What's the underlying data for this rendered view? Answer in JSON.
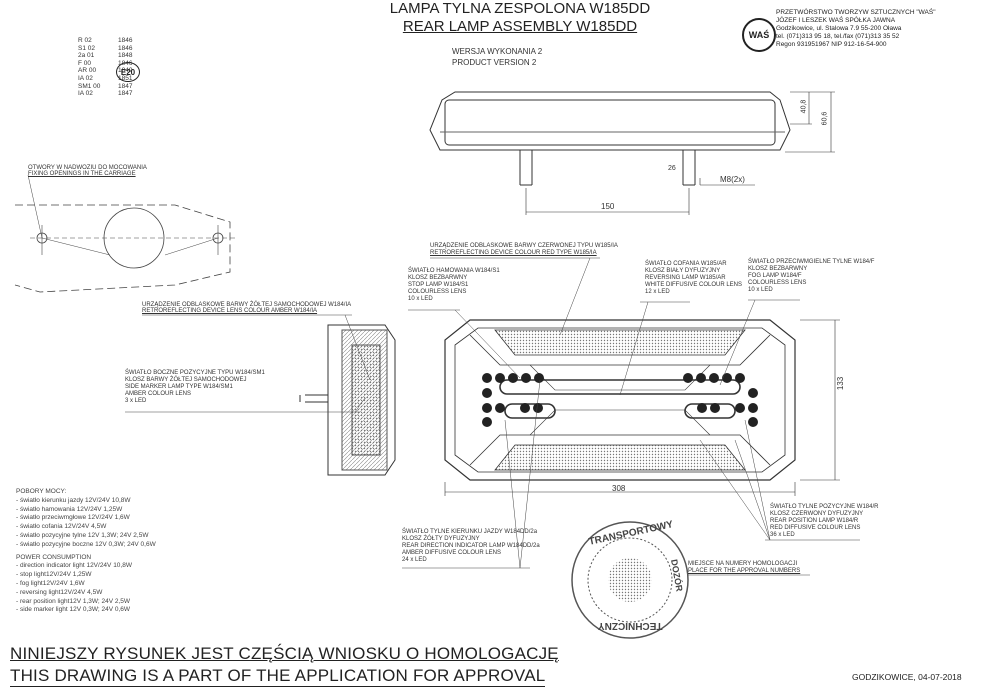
{
  "titles": {
    "pl": "LAMPA TYLNA ZESPOLONA W185DD",
    "en": "REAR LAMP ASSEMBLY W185DD",
    "version_pl": "WERSJA WYKONANIA 2",
    "version_en": "PRODUCT VERSION 2"
  },
  "codes": [
    {
      "code": "R 02",
      "num": "1846"
    },
    {
      "code": "S1 02",
      "num": "1846"
    },
    {
      "code": "2a 01",
      "num": "1848"
    },
    {
      "code": "F 00",
      "num": "1846"
    },
    {
      "code": "AR 00",
      "num": "1849"
    },
    {
      "code": "IA 02",
      "num": "1851"
    },
    {
      "code": "SM1 00",
      "num": "1847"
    },
    {
      "code": "IA 02",
      "num": "1847"
    }
  ],
  "approval_mark": "E20",
  "company": {
    "logo": "WAŚ",
    "lines": [
      "PRZETWÓRSTWO TWORZYW SZTUCZNYCH \"WAŚ\"",
      "JÓZEF I LESZEK WAŚ  SPÓŁKA JAWNA",
      "Godzikowice, ul. Stalowa 7.9   55-200 Oława",
      "tel. (071)313 95 18, tel./fax (071)313 35 52",
      "Regon 931951967 NIP 912-16-54-900"
    ]
  },
  "dimensions": {
    "d150": "150",
    "d26": "26",
    "m8": "M8(2x)",
    "d40_8": "40,8",
    "d60_6": "60,6",
    "d133": "133",
    "d308": "308"
  },
  "labels": {
    "mount_pl": "OTWORY W NADWOZIU DO MOCOWANIA",
    "mount_en": "FIXING OPENINGS IN THE CARRIAGE",
    "amber_reflex_pl": "URZĄDZENIE ODBLASKOWE BARWY ŻÓŁTEJ SAMOCHODOWEJ W184/IA",
    "amber_reflex_en": "RETROREFLECTING DEVICE LENS COLOUR AMBER  W184/IA",
    "red_reflex_pl": "URZĄDZENIE ODBLASKOWE BARWY CZERWONEJ TYPU W185/IA",
    "red_reflex_en": "RETROREFLECTING DEVICE COLOUR RED TYPE W185/IA",
    "stop": [
      "ŚWIATŁO HAMOWANIA W184/S1",
      "KLOSZ BEZBARWNY",
      "STOP LAMP W184/S1",
      "COLOURLESS LENS",
      "10 x LED"
    ],
    "reversing": [
      "ŚWIATŁO COFANIA W185/AR",
      "KLOSZ BIAŁY DYFUZYJNY",
      "REVERSING LAMP W185/AR",
      "WHITE DIFFUSIVE COLOUR LENS",
      "12 x LED"
    ],
    "fog": [
      "ŚWIATŁO PRZECIWMGIELNE TYLNE W184/F",
      "KLOSZ BEZBARWNY",
      "FOG LAMP W184/F",
      "COLOURLESS LENS",
      "10 x LED"
    ],
    "side": [
      "ŚWIATŁO BOCZNE POZYCYJNE TYPU W184/SM1",
      "KLOSZ BARWY ŻÓŁTEJ SAMOCHODOWEJ",
      "SIDE MARKER LAMP TYPE W184/SM1",
      "AMBER COLOUR LENS",
      "3 x LED"
    ],
    "rear_pos": [
      "ŚWIATŁO TYLNE POZYCYJNE W184/R",
      "KLOSZ CZERWONY DYFUZYJNY",
      "REAR POSITION LAMP W184/R",
      "RED DIFFUSIVE COLOUR LENS",
      "36 x LED"
    ],
    "indicator": [
      "ŚWIATŁO TYLNE KIERUNKU JAZDY W184DD/2a",
      "KLOSZ ŻÓŁTY DYFUZYJNY",
      "REAR DIRECTION INDICATOR LAMP W184DD/2a",
      "AMBER DIFFUSIVE COLOUR LENS",
      "24 x LED"
    ],
    "homolog_pl": "MIEJSCE NA NUMERY HOMOLOGACJI",
    "homolog_en": "PLACE FOR THE APPROVAL NUMBERS"
  },
  "power": {
    "pl_title": "POBORY MOCY:",
    "pl": [
      "- światło kierunku jazdy 12V/24V 10,8W",
      "- światło hamowania 12V/24V 1,25W",
      "- światło przeciwmgłowe 12V/24V 1,6W",
      "- światło cofania 12V/24V 4,5W",
      "- światło pozycyjne tylne 12V 1,3W; 24V 2,5W",
      "- światło pozycyjne boczne 12V 0,3W; 24V 0,6W"
    ],
    "en_title": "POWER CONSUMPTION",
    "en": [
      "- direction indicator light 12V/24V 10,8W",
      "- stop light12V/24V 1,25W",
      "- fog light12V/24V 1,6W",
      "- reversing light12V/24V 4,5W",
      "- rear position light12V 1,3W; 24V 2,5W",
      "- side marker light 12V 0,3W; 24V 0,6W"
    ]
  },
  "stamp": {
    "top": "TRANSPORTOWY",
    "bottom": "TECHNICZNY",
    "side": "DOZÓR"
  },
  "footer": {
    "line_pl": "NINIEJSZY RYSUNEK JEST CZĘŚCIĄ WNIOSKU O  HOMOLOGACJĘ",
    "line_en": "THIS DRAWING IS A PART OF THE APPLICATION FOR  APPROVAL",
    "date": "GODZIKOWICE,  04-07-2018"
  }
}
